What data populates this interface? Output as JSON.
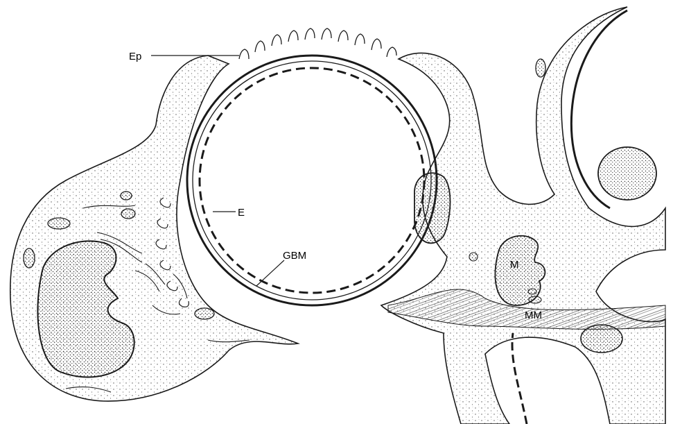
{
  "labels": {
    "ep": "Ep",
    "e": "E",
    "gbm": "GBM",
    "m": "M",
    "mm": "MM"
  },
  "style": {
    "ink": "#1a1a1a",
    "paper": "#ffffff",
    "stipple": "#555555"
  }
}
